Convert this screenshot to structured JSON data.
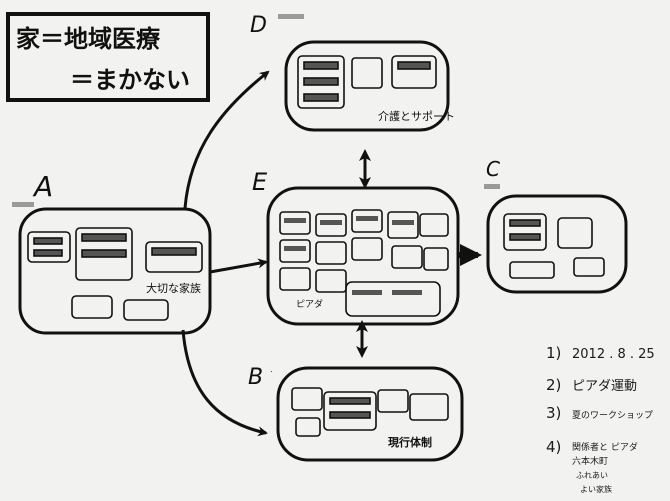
{
  "title": {
    "line1": "家＝地域医療",
    "line2": "＝まかない"
  },
  "nodes": {
    "A": {
      "letter": "A",
      "caption": "大切な家族"
    },
    "B": {
      "letter": "B",
      "caption": "現行体制"
    },
    "C": {
      "letter": "C"
    },
    "D": {
      "letter": "D",
      "caption": "介護とサポート"
    },
    "E": {
      "letter": "E",
      "caption": "ピアダ"
    }
  },
  "notes": [
    {
      "num": "1)",
      "text": "2012 . 8 . 25"
    },
    {
      "num": "2)",
      "text": "ピアダ運動"
    },
    {
      "num": "3)",
      "text": "夏のワークショップ"
    },
    {
      "num": "4)",
      "text": "関係者と ピアダ"
    },
    {
      "num": "",
      "text": "六本木町"
    },
    {
      "num": "",
      "text": "ふれあい"
    },
    {
      "num": "",
      "text": "よい家族"
    }
  ],
  "colors": {
    "ink": "#111111",
    "paper": "#f2f2f0",
    "marker": "#9a9a9a"
  }
}
